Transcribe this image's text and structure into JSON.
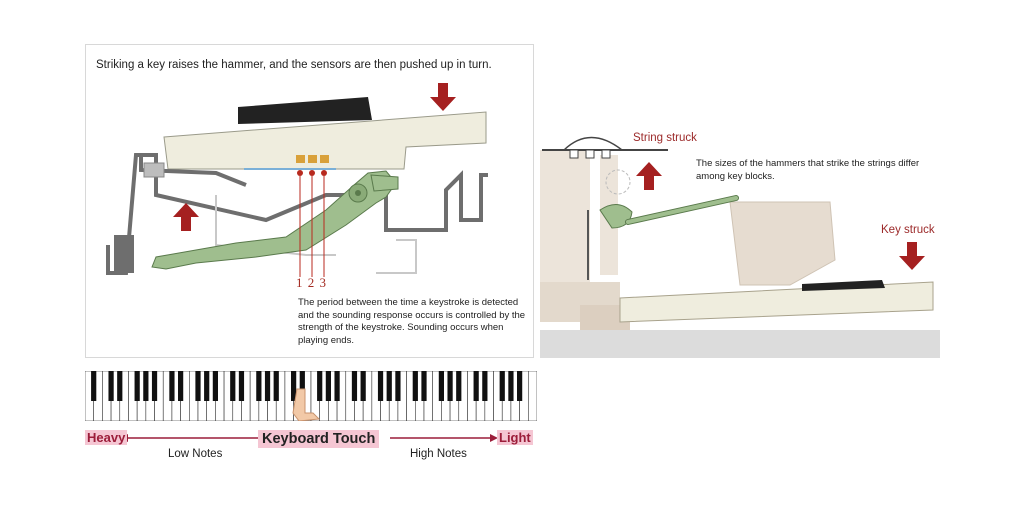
{
  "left_panel": {
    "caption_top": "Striking a key raises the hammer, and the sensors are then pushed up in turn.",
    "sensor_numbers": "1 2 3",
    "caption_period": "The period between the time a keystroke is detected and the sounding response occurs is controlled by the strength of the keystroke. Sounding occurs when playing ends."
  },
  "keyboard": {
    "heavy_label": "Heavy",
    "light_label": "Light",
    "touch_label": "Keyboard Touch",
    "low_notes_label": "Low Notes",
    "high_notes_label": "High Notes"
  },
  "right_panel": {
    "string_struck_label": "String struck",
    "key_struck_label": "Key struck",
    "hammer_caption": "The sizes of the hammers that strike the strings differ among key blocks."
  },
  "colors": {
    "arrow": "#a52020",
    "accent_pink": "#f5c6d3",
    "label_red": "#9c1d3a",
    "mechanism_green": "#9fbe8e",
    "body_cream": "#efedde"
  }
}
